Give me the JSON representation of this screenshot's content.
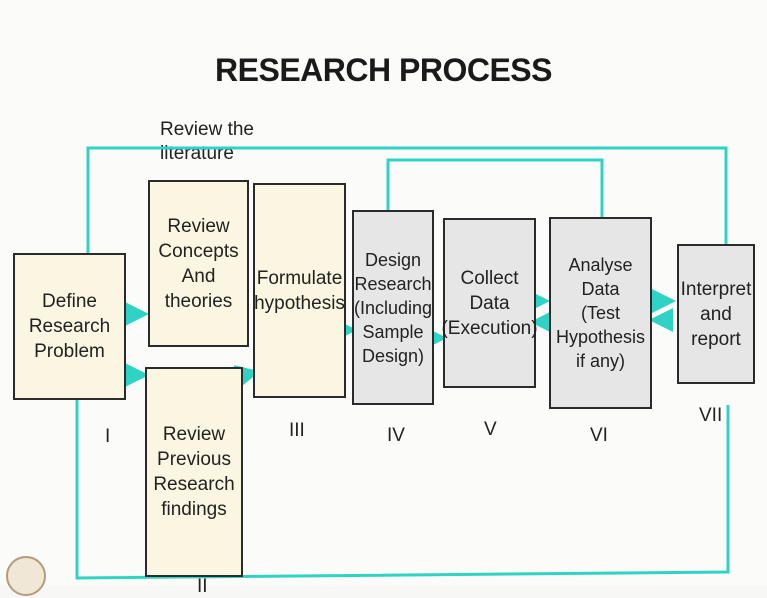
{
  "title": "RESEARCH PROCESS",
  "review_literature": "Review the\nliterature",
  "boxes": {
    "define": "Define\nResearch\nProblem",
    "concepts": "Review\nConcepts\nAnd\ntheories",
    "previous": "Review\nPrevious\nResearch\nfindings",
    "formulate": "Formulate\nhypothesis",
    "design": "Design\nResearch\n(Including\nSample\nDesign)",
    "collect": "Collect\nData\n(Execution)",
    "analyse": "Analyse\nData\n(Test\nHypothesis\nif any)",
    "interpret": "Interpret\nand\nreport"
  },
  "numerals": {
    "i": "I",
    "ii": "II",
    "iii": "III",
    "iv": "IV",
    "v": "V",
    "vi": "VI",
    "vii": "VII"
  },
  "colors": {
    "arrow": "#2fd3c6",
    "box_border": "#2b2b2b",
    "cream_fill": "#fbf6e1",
    "grey_fill": "#e6e6e6"
  }
}
